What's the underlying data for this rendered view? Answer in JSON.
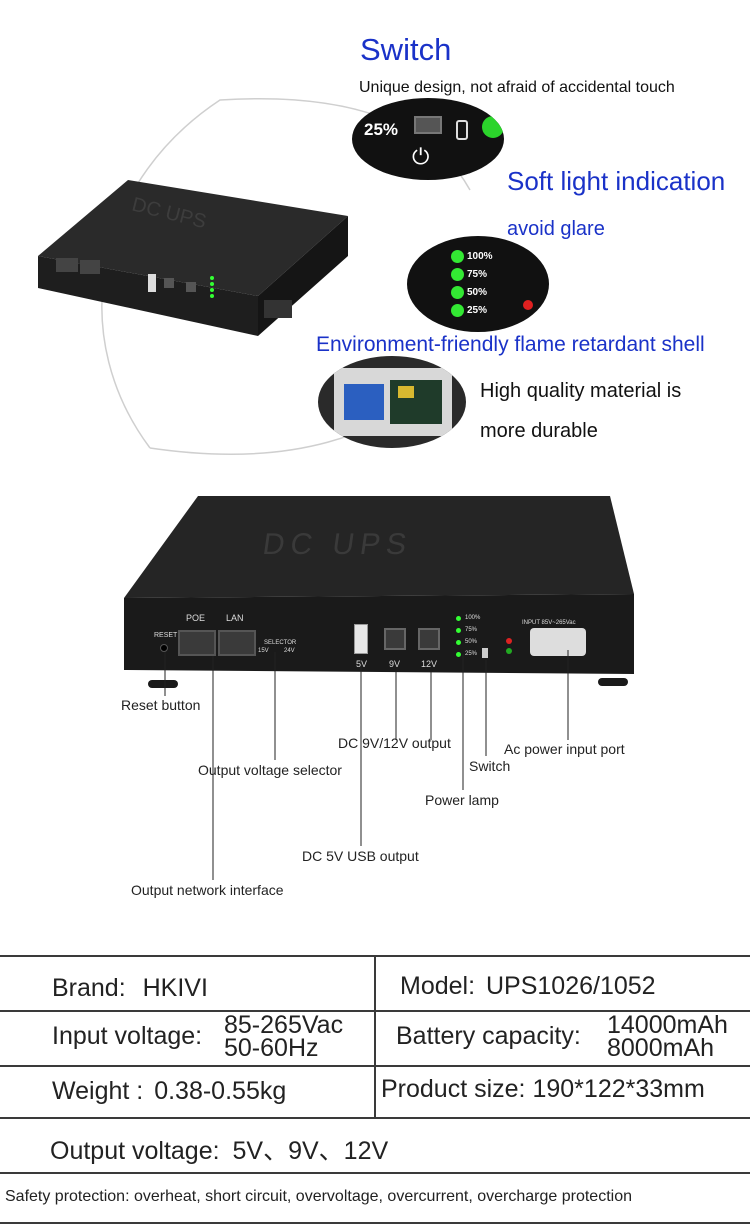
{
  "features": {
    "switch_title": "Switch",
    "switch_sub": "Unique design, not afraid of accidental touch",
    "soft_title": "Soft light indication",
    "soft_sub": "avoid glare",
    "env_title": "Environment-friendly flame retardant shell",
    "hq_line1": "High quality material is",
    "hq_line2": "more durable"
  },
  "device": {
    "brand_mark": "DC UPS",
    "switch_level": "25%",
    "leds": [
      "100%",
      "75%",
      "50%",
      "25%"
    ],
    "ports": {
      "poe": "POE",
      "lan": "LAN",
      "reset": "RESET",
      "selector": "SELECTOR",
      "sel_15": "15V",
      "sel_24": "24V",
      "usb": "5V",
      "dc9": "9V",
      "dc12": "12V",
      "input": "INPUT 85V~265Vac"
    }
  },
  "callouts": {
    "reset": "Reset button",
    "dc912": "DC 9V/12V output",
    "ac": "Ac power input port",
    "selector": "Output voltage selector",
    "switch": "Switch",
    "lamp": "Power lamp",
    "usb": "DC 5V USB output",
    "network": "Output network interface"
  },
  "specs": {
    "brand_label": "Brand:",
    "brand_value": "HKIVI",
    "model_label": "Model:",
    "model_value": "UPS1026/1052",
    "input_label": "Input voltage:",
    "input_value_1": "85-265Vac",
    "input_value_2": "50-60Hz",
    "battery_label": "Battery capacity:",
    "battery_value_1": "14000mAh",
    "battery_value_2": "8000mAh",
    "weight_label": "Weight :",
    "weight_value": "0.38-0.55kg",
    "size_label": "Product size:",
    "size_value": "190*122*33mm",
    "output_label": "Output voltage:",
    "output_value": "5V、9V、12V",
    "safety": "Safety protection: overheat, short circuit, overvoltage, overcurrent, overcharge protection"
  }
}
